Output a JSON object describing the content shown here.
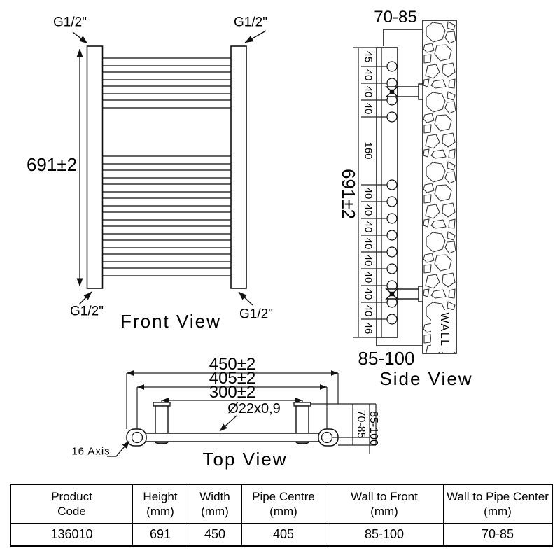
{
  "front_view": {
    "title": "Front View",
    "height_dim": "691±2",
    "fitting": "G1/2\""
  },
  "side_view": {
    "title": "Side View",
    "height_dim": "691±2",
    "wall_to_pipe_center": "70-85",
    "wall_to_front": "85-100",
    "wall_label": "WALL",
    "spacings": [
      "45",
      "40",
      "40",
      "40",
      "160",
      "40",
      "40",
      "40",
      "40",
      "40",
      "40",
      "40",
      "40",
      "46"
    ]
  },
  "top_view": {
    "title": "Top View",
    "overall_width_dim": "450±2",
    "pipe_centre_dim": "405±2",
    "valve_centre_dim": "300±2",
    "tube_spec": "Ø22x0,9",
    "axis_label": "16 Axis",
    "wall_to_pipe_center": "70-85",
    "wall_to_front": "85-100"
  },
  "table": {
    "headers": [
      {
        "line1": "Product",
        "line2": "Code"
      },
      {
        "line1": "Height",
        "line2": "(mm)"
      },
      {
        "line1": "Width",
        "line2": "(mm)"
      },
      {
        "line1": "Pipe Centre",
        "line2": "(mm)"
      },
      {
        "line1": "Wall to Front",
        "line2": "(mm)"
      },
      {
        "line1": "Wall to Pipe Center",
        "line2": "(mm)"
      }
    ],
    "row": [
      "136010",
      "691",
      "450",
      "405",
      "85-100",
      "70-85"
    ]
  }
}
